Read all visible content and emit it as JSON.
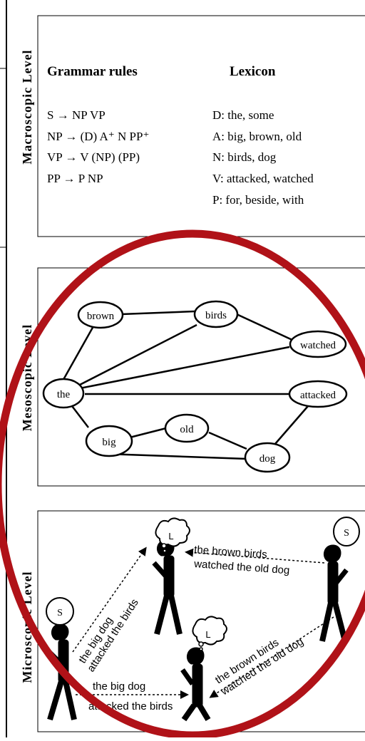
{
  "levels": {
    "macro": "Macroscopic Level",
    "meso": "Mesoscopic Level",
    "micro": "Microscopic Level"
  },
  "macro": {
    "grammar_header": "Grammar rules",
    "lexicon_header": "Lexicon",
    "rules": [
      "S → NP VP",
      "NP → (D) A⁺ N PP⁺",
      "VP → V (NP) (PP)",
      "PP → P NP"
    ],
    "lexicon": [
      "D: the, some",
      "A: big, brown, old",
      "N: birds, dog",
      "V: attacked, watched",
      "P: for, beside, with"
    ]
  },
  "meso": {
    "nodes": {
      "brown": "brown",
      "birds": "birds",
      "watched": "watched",
      "the": "the",
      "attacked": "attacked",
      "old": "old",
      "big": "big",
      "dog": "dog"
    }
  },
  "micro": {
    "speaker_label": "S",
    "listener_label": "L",
    "top_message_line1": "the brown birds",
    "top_message_line2": "watched the old dog",
    "diag_left_line1": "the big dog",
    "diag_left_line2": "attacked the birds",
    "diag_right_line1": "the brown birds",
    "diag_right_line2": "watched the old dog",
    "bottom_line1": "the big dog",
    "bottom_line2": "attacked the birds"
  },
  "colors": {
    "circle": "#b01218",
    "ink": "#000000"
  }
}
